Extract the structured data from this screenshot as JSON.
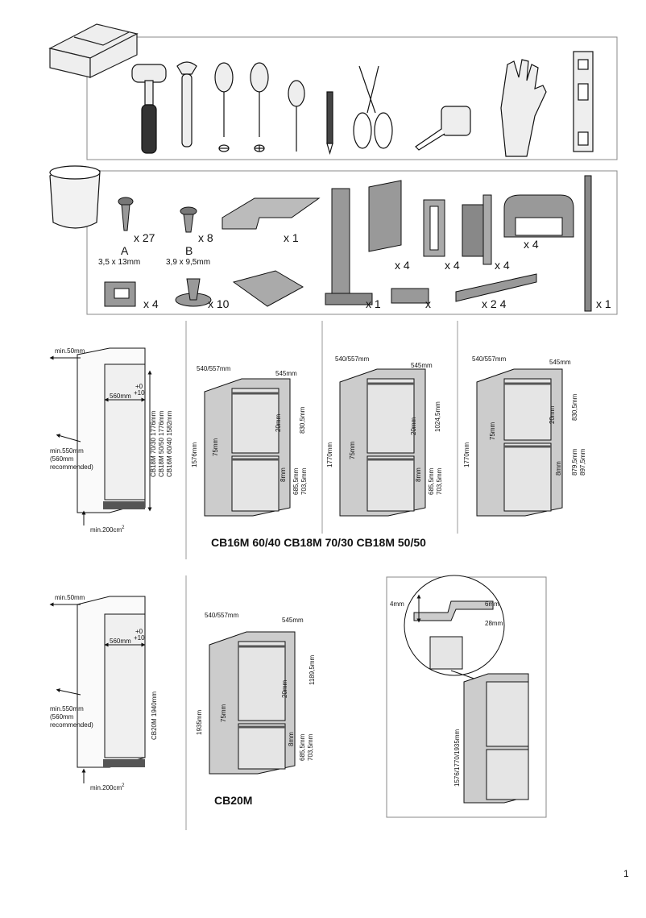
{
  "tools_section": {
    "items": [
      "hammer",
      "wrench",
      "flat-screwdriver",
      "phillips-screwdriver",
      "awl",
      "pencil",
      "scissors",
      "tape-measure",
      "gloves",
      "spirit-level"
    ]
  },
  "parts_section": {
    "row1": [
      {
        "qty": "x 27",
        "letter": "A",
        "size": "3,5 x 13mm"
      },
      {
        "qty": "x 8",
        "letter": "B",
        "size": "3,9 x 9,5mm"
      },
      {
        "qty": "x 1"
      },
      {
        "qty": "x 4"
      },
      {
        "qty": "x 4"
      },
      {
        "qty": "x 4"
      },
      {
        "qty": "x 4"
      }
    ],
    "row2": [
      {
        "qty": "x 4"
      },
      {
        "qty": "x 10"
      },
      {
        "qty": "x 1"
      },
      {
        "qty": "x"
      },
      {
        "qty": "x 2 4"
      },
      {
        "qty": "x 1"
      }
    ]
  },
  "niche_top": {
    "min_gap": "min.50mm",
    "width": "560mm",
    "tol": "+0\n+10",
    "heights": [
      "CB18M 70/30 1776mm",
      "CB18M 50/50 1776mm",
      "CB16M 60/40 1582mm"
    ],
    "depth": "min.550mm",
    "depth_note1": "(560mm",
    "depth_note2": "recommended)",
    "vent": "min.200cm",
    "vent_sup": "2"
  },
  "fridge_cb16": {
    "w": "540/557mm",
    "d": "545mm",
    "h": "1576mm",
    "upper": "830,5mm",
    "g1": "20mm",
    "g2": "75mm",
    "g3": "8mm",
    "l1": "685,5mm",
    "l2": "703,5mm"
  },
  "fridge_cb18a": {
    "w": "540/557mm",
    "d": "545mm",
    "h": "1770mm",
    "upper": "1024,5mm",
    "g1": "20mm",
    "g2": "75mm",
    "g3": "8mm",
    "l1": "685,5mm",
    "l2": "703,5mm"
  },
  "fridge_cb18b": {
    "w": "540/557mm",
    "d": "545mm",
    "h": "1770mm",
    "upper": "830,5mm",
    "g1": "20mm",
    "g2": "75mm",
    "g3": "8mm",
    "l1": "879,5mm",
    "l2": "897,5mm"
  },
  "models_top": "CB16M 60/40 CB18M 70/30 CB18M 50/50",
  "niche_bottom": {
    "min_gap": "min.50mm",
    "width": "560mm",
    "tol": "+0\n+10",
    "height": "CB20M 1940mm",
    "depth": "min.550mm",
    "depth_note1": "(560mm",
    "depth_note2": "recommended)",
    "vent": "min.200cm",
    "vent_sup": "2"
  },
  "fridge_cb20": {
    "w": "540/557mm",
    "d": "545mm",
    "h": "1935mm",
    "upper": "1189,5mm",
    "g1": "20mm",
    "g2": "75mm",
    "g3": "8mm",
    "l1": "685,5mm",
    "l2": "703,5mm"
  },
  "model_bottom": "CB20M",
  "detail": {
    "gap_left": "4mm",
    "top": "6mm",
    "inset": "28mm",
    "heights": "1576/1770/1935mm"
  },
  "page_number": "1"
}
